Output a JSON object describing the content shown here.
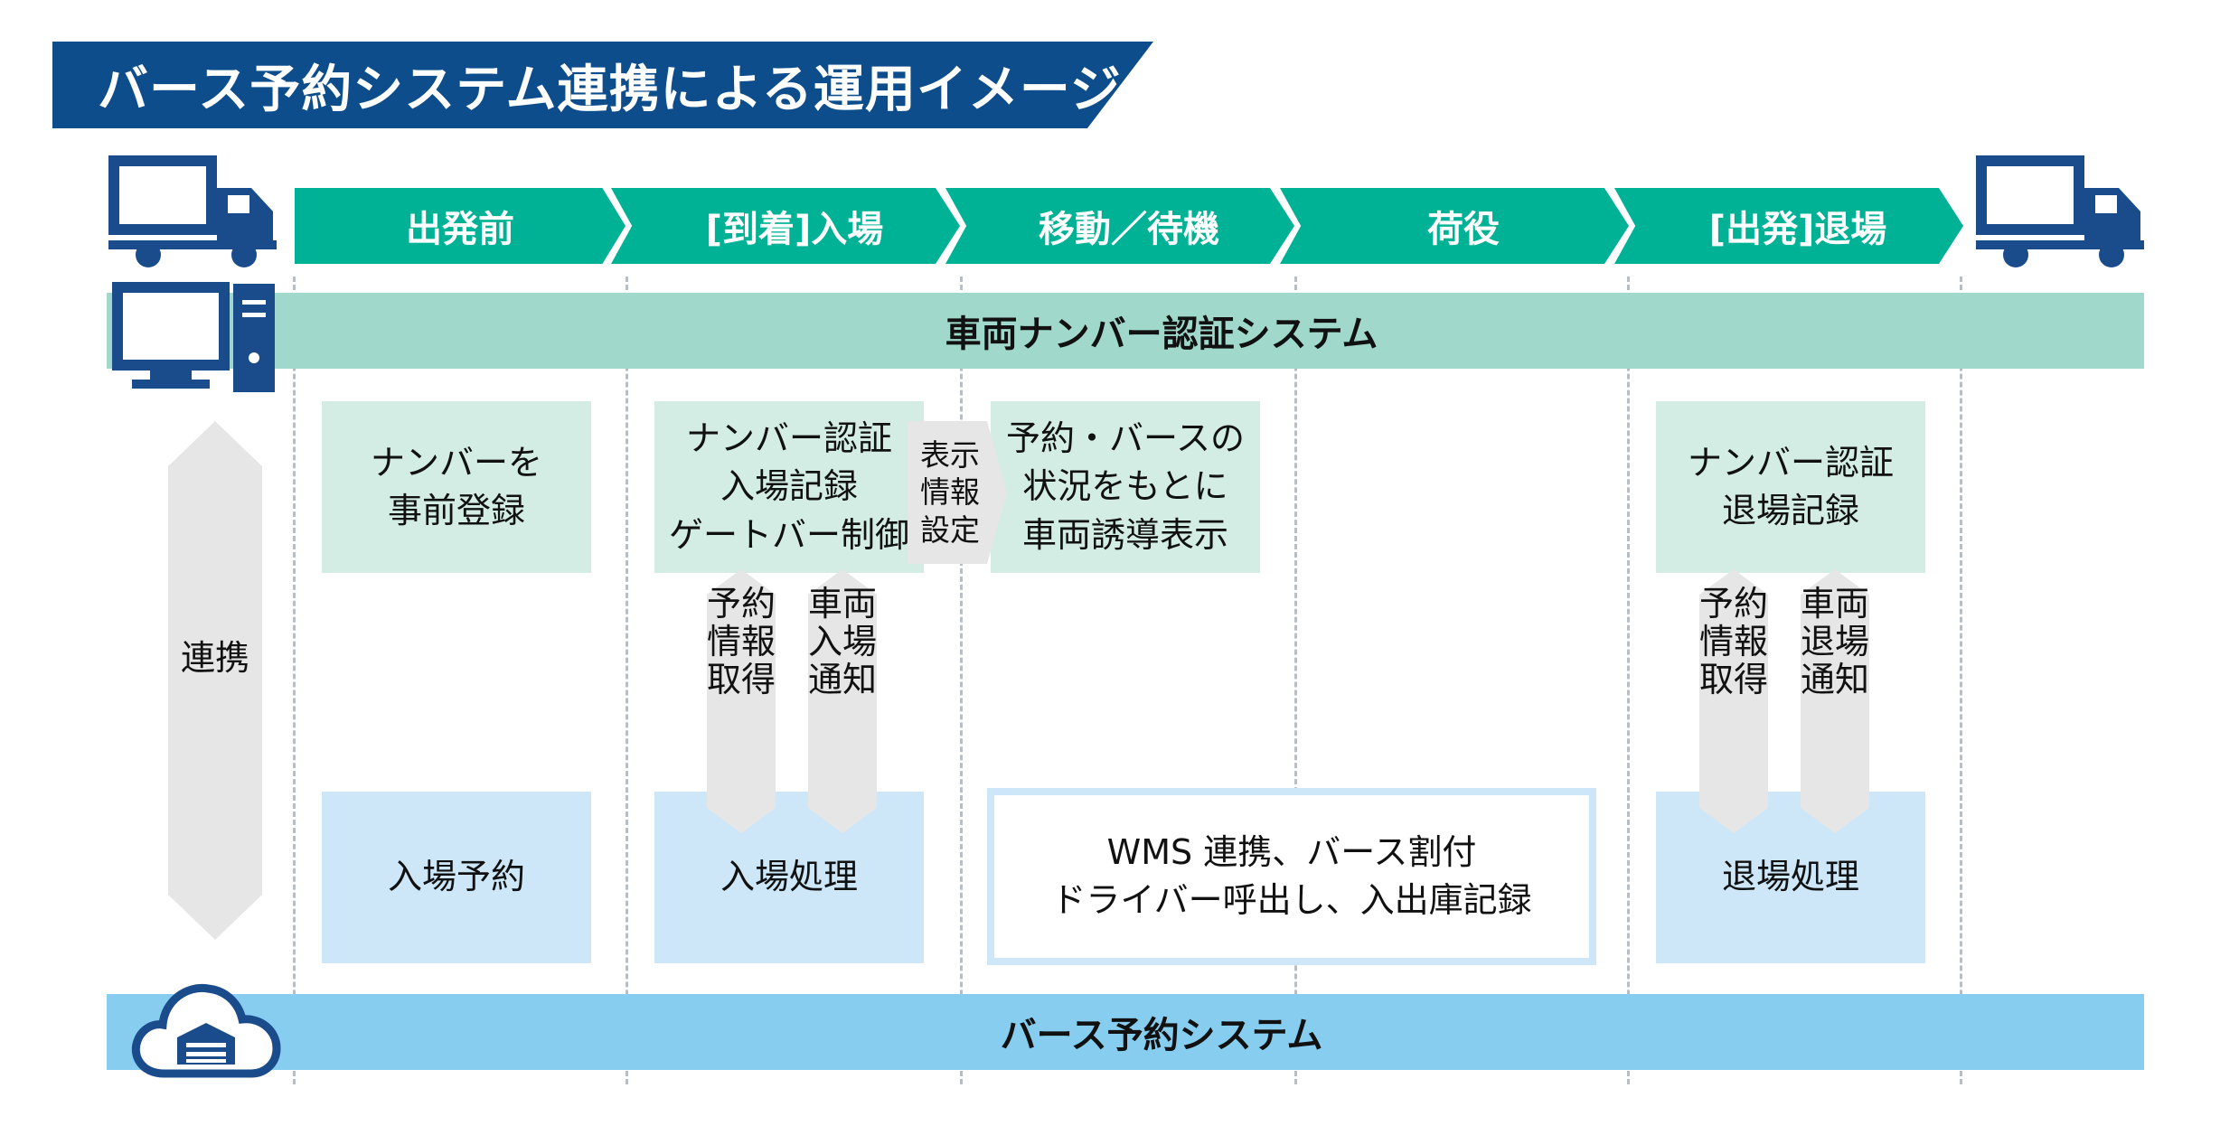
{
  "title": "バース予約システム連携による運用イメージ",
  "steps": [
    "出発前",
    "[到着]入場",
    "移動／待機",
    "荷役",
    "[出発]退場"
  ],
  "top_band": "車両ナンバー認証システム",
  "bottom_band": "バース予約システム",
  "link_label": "連携",
  "green_boxes": {
    "pre_register": "ナンバーを\n事前登録",
    "entry_gate": "ナンバー認証\n入場記録\nゲートバー制御",
    "guidance": "予約・バースの\n状況をもとに\n車両誘導表示",
    "exit_record": "ナンバー認証\n退場記録"
  },
  "display_setting": "表示\n情報\n設定",
  "vertical_arrows": {
    "entry_reservation_fetch": "予約情報取得",
    "entry_notify": "車両入場通知",
    "exit_reservation_fetch": "予約情報取得",
    "exit_notify": "車両退場通知"
  },
  "blue_boxes": {
    "entry_reservation": "入場予約",
    "entry_process": "入場処理",
    "wms": "WMS 連携、バース割付\nドライバー呼出し、入出庫記録",
    "exit_process": "退場処理"
  },
  "colors": {
    "banner": "#0d4d8c",
    "step": "#00b295",
    "top_band": "#a0d8cb",
    "bottom_band": "#86cdf0",
    "green_box": "#d3ece4",
    "blue_box": "#cde6f8",
    "icon": "#1a4c8b"
  }
}
